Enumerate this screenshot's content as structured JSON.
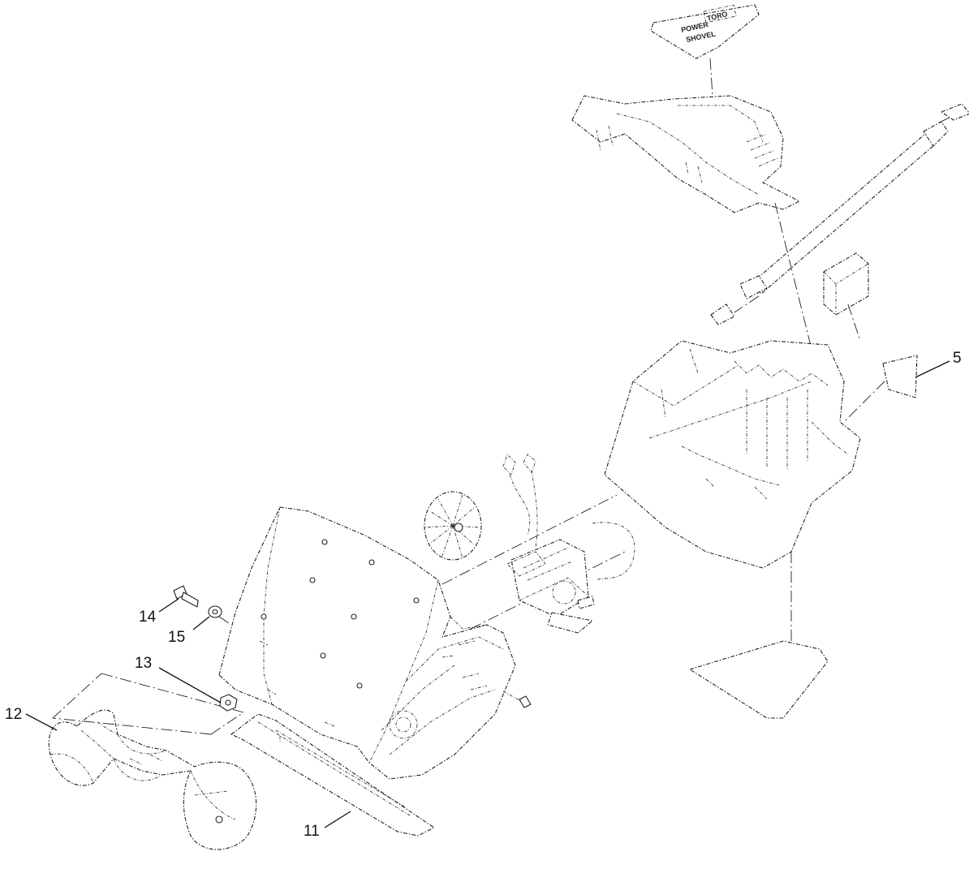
{
  "callouts": {
    "c5": "5",
    "c11": "11",
    "c12": "12",
    "c13": "13",
    "c14": "14",
    "c15": "15"
  },
  "decal": {
    "brand": "TORO",
    "model_line1": "POWER",
    "model_line2": "SHOVEL"
  }
}
